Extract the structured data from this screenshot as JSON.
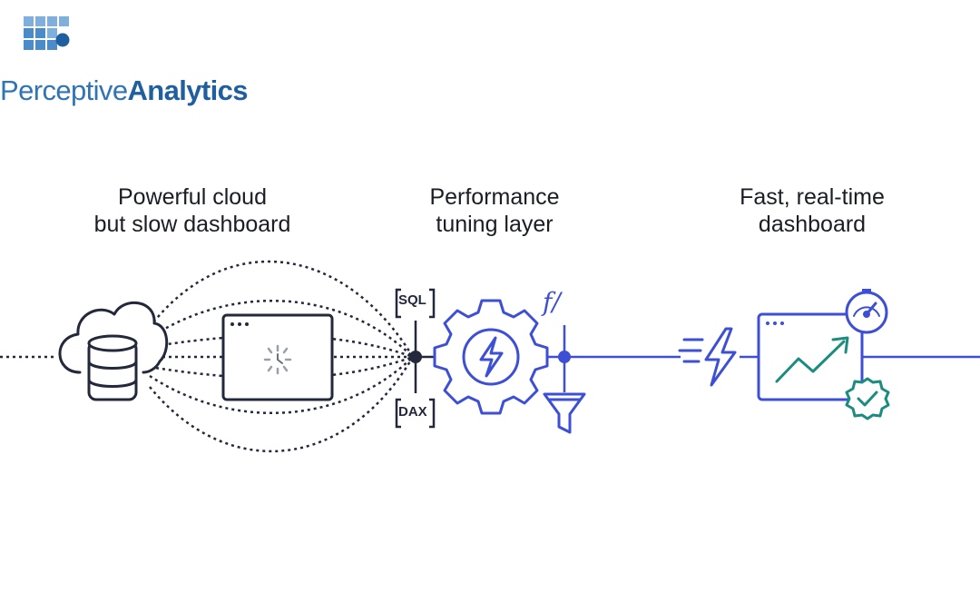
{
  "brand": {
    "name_light": "Perceptive",
    "name_bold": "Analytics",
    "colors": {
      "primary": "#2f74b5",
      "dark": "#1f5f9f"
    }
  },
  "sections": [
    {
      "id": "slow",
      "title": "Powerful cloud\nbut slow dashboard"
    },
    {
      "id": "tuning",
      "title": "Performance\ntuning layer"
    },
    {
      "id": "fast",
      "title": "Fast, real-time\ndashboard"
    }
  ],
  "tags": {
    "sql": "SQL",
    "dax": "DAX"
  },
  "formula_symbol": "f/",
  "icons": {
    "cloud": "cloud-database-icon",
    "slow_window": "loading-window-icon",
    "gear": "gear-lightning-icon",
    "filter": "funnel-icon",
    "bolt": "fast-lightning-icon",
    "dashboard": "trend-dashboard-icon",
    "gauge": "speedometer-icon",
    "badge": "verified-badge-icon"
  },
  "colors": {
    "navy": "#23293a",
    "blue": "#3d4fd4",
    "teal": "#1c8c80"
  }
}
